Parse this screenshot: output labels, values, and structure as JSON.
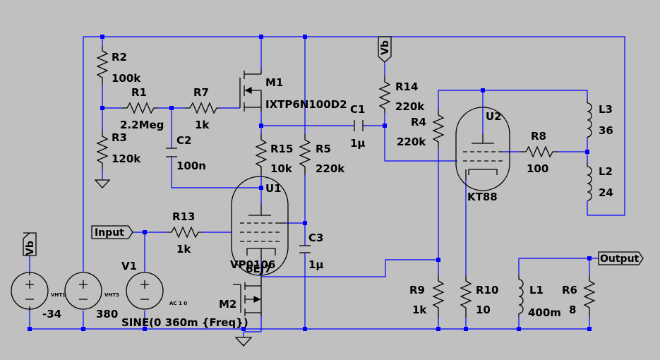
{
  "components": {
    "R1": {
      "ref": "R1",
      "value": "2.2Meg"
    },
    "R2": {
      "ref": "R2",
      "value": "100k"
    },
    "R3": {
      "ref": "R3",
      "value": "120k"
    },
    "R4": {
      "ref": "R4",
      "value": "220k"
    },
    "R5": {
      "ref": "R5",
      "value": "220k"
    },
    "R6": {
      "ref": "R6",
      "value": "8"
    },
    "R7": {
      "ref": "R7",
      "value": "1k"
    },
    "R8": {
      "ref": "R8",
      "value": "100"
    },
    "R9": {
      "ref": "R9",
      "value": "1k"
    },
    "R10": {
      "ref": "R10",
      "value": "10"
    },
    "R13": {
      "ref": "R13",
      "value": "1k"
    },
    "R14": {
      "ref": "R14",
      "value": "220k"
    },
    "R15": {
      "ref": "R15",
      "value": "10k"
    },
    "C1": {
      "ref": "C1",
      "value": "1µ"
    },
    "C2": {
      "ref": "C2",
      "value": "100n"
    },
    "C3": {
      "ref": "C3",
      "value": "1µ"
    },
    "L1": {
      "ref": "L1",
      "value": "400m"
    },
    "L2": {
      "ref": "L2",
      "value": "24"
    },
    "L3": {
      "ref": "L3",
      "value": "36"
    },
    "M1": {
      "ref": "M1",
      "value": "IXTP6N100D2"
    },
    "M2": {
      "ref": "M2",
      "value": "VP0106"
    },
    "U1": {
      "ref": "U1",
      "value": "6EJ7"
    },
    "U2": {
      "ref": "U2",
      "value": "KT88"
    },
    "V1": {
      "ref": "V1",
      "value": "SINE(0 360m {Freq})",
      "ac": "AC 1 0"
    },
    "VHT1": {
      "ref": "VHT1",
      "value": "-34"
    },
    "VHT3": {
      "ref": "VHT3",
      "value": "380"
    }
  },
  "ports": {
    "input": "Input",
    "output": "Output",
    "vb_top": "Vb",
    "vb_left": "Vb"
  }
}
